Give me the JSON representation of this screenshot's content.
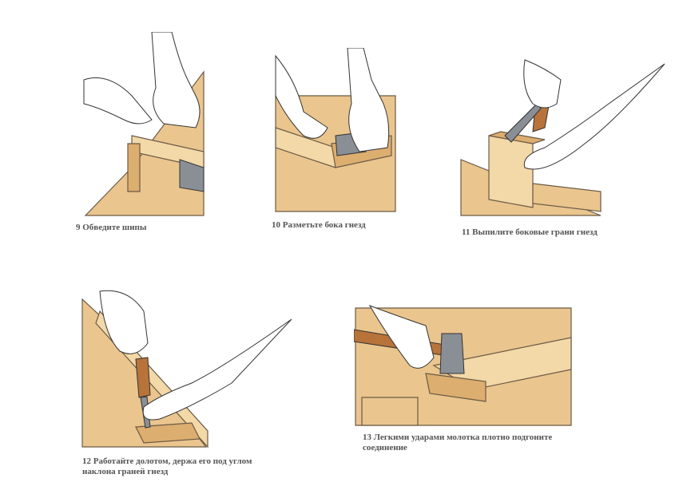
{
  "figures": [
    {
      "number": "9",
      "caption": "9 Обведите шипы"
    },
    {
      "number": "10",
      "caption": "10 Разметьте бока гнезд"
    },
    {
      "number": "11",
      "caption": "11 Выпилите боковые грани гнезд"
    },
    {
      "number": "12",
      "caption_line1": "12 Работайте долотом, держа его под углом",
      "caption_line2": "наклона граней гнезд"
    },
    {
      "number": "13",
      "caption_line1": "13 Легкими ударами молотка плотно подгоните",
      "caption_line2": "соединение"
    }
  ]
}
